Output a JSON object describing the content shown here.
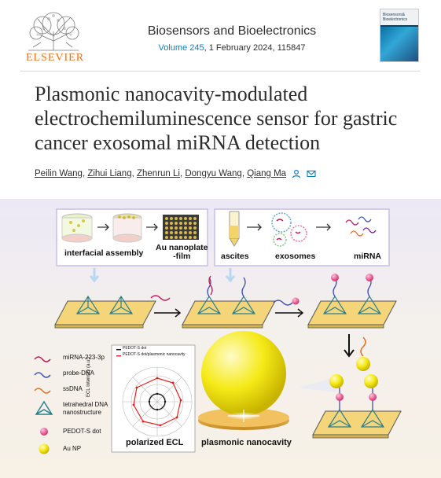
{
  "header": {
    "publisher": "ELSEVIER",
    "journal": "Biosensors and Bioelectronics",
    "volume": "Volume 245",
    "issue_detail": ", 1 February 2024, 115847",
    "cover_text_line1": "Biosensors&",
    "cover_text_line2": "Bioelectronics"
  },
  "article": {
    "title": "Plasmonic nanocavity-modulated electrochemiluminescence sensor for gastric cancer exosomal miRNA detection",
    "authors": [
      "Peilin Wang",
      "Zihui Liang",
      "Zhenrun Li",
      "Dongyu Wang",
      "Qiang Ma"
    ],
    "separator": ", "
  },
  "icons": {
    "author_profile": "person-icon",
    "author_email": "envelope-icon"
  },
  "abstract": {
    "step1_label": "interfacial assembly",
    "step2_label_line1": "Au nanoplate",
    "step2_label_line2": "-film",
    "step3_labels": [
      "ascites",
      "exosomes",
      "miRNA"
    ],
    "legend": [
      {
        "label": "miRNA-223-3p",
        "color": "#c2185b"
      },
      {
        "label": "probe-DNA",
        "color": "#3f51b5"
      },
      {
        "label": "ssDNA",
        "color": "#e0702b"
      },
      {
        "label": "tetrahedral DNA",
        "color": "#2a7f8f"
      },
      {
        "label": "nanostructure",
        "color": "#2a7f8f"
      },
      {
        "label": "PEDOT-S dot",
        "color": "#e54b8c"
      },
      {
        "label": "Au NP",
        "color": "#f2e600"
      }
    ],
    "polar_legend_1": "PEDOT-S dot",
    "polar_legend_2": "PEDOT-S dot/plasmonic nanocavity",
    "polar_axis_label": "ECL Intensity (a.u.)",
    "polar_caption": "polarized ECL",
    "nanocavity_caption": "plasmonic nanocavity",
    "colors": {
      "substrate": "#f4d57a",
      "au_np": "#f5ea17",
      "pedot": "#e6458a",
      "arrow_blue": "#b9d8f0",
      "panel_border": "#c8bfe6"
    }
  }
}
